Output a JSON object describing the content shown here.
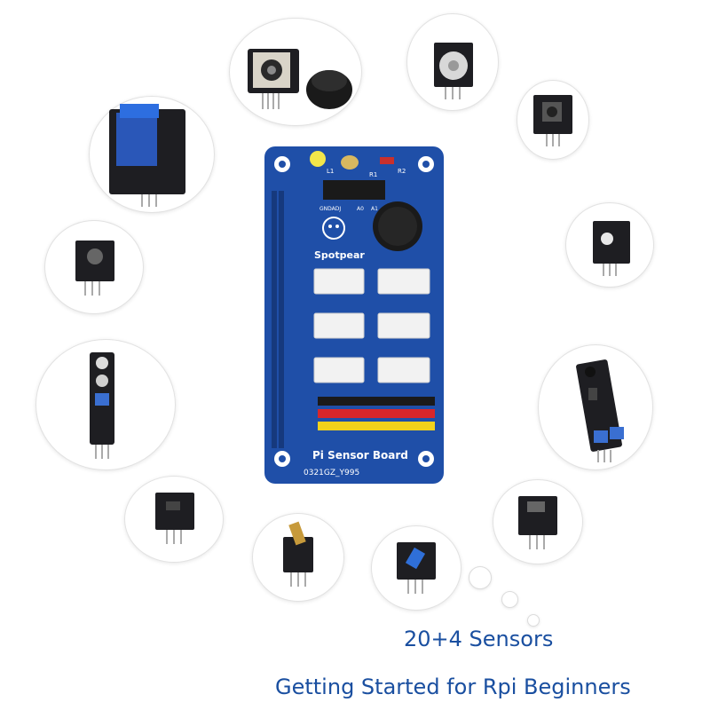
{
  "board": {
    "brand": "Spotpear",
    "name": "Pi Sensor Board",
    "code": "0321GZ_Y995",
    "labels": {
      "l1": "L1",
      "r1": "R1",
      "r2": "R2",
      "gndadj": "GNDADJ",
      "a0": "A0",
      "a1": "A1"
    }
  },
  "captions": {
    "line1": "20+4 Sensors",
    "line2": "Getting Started for Rpi Beginners"
  },
  "colors": {
    "pcb": "#1f4fa8",
    "caption": "#1a4fa0",
    "module_pcb": "#1e1e22"
  },
  "sensors": [
    {
      "name": "joystick-module-icon"
    },
    {
      "name": "buzzer-module-icon"
    },
    {
      "name": "button-module-icon"
    },
    {
      "name": "rgb-led-module-icon"
    },
    {
      "name": "ir-obstacle-module-icon"
    },
    {
      "name": "reflective-sensor-module-icon"
    },
    {
      "name": "tilt-switch-module-icon"
    },
    {
      "name": "laser-module-icon"
    },
    {
      "name": "hall-sensor-module-icon"
    },
    {
      "name": "tracking-module-icon"
    },
    {
      "name": "touch-module-icon"
    },
    {
      "name": "relay-module-icon"
    }
  ]
}
